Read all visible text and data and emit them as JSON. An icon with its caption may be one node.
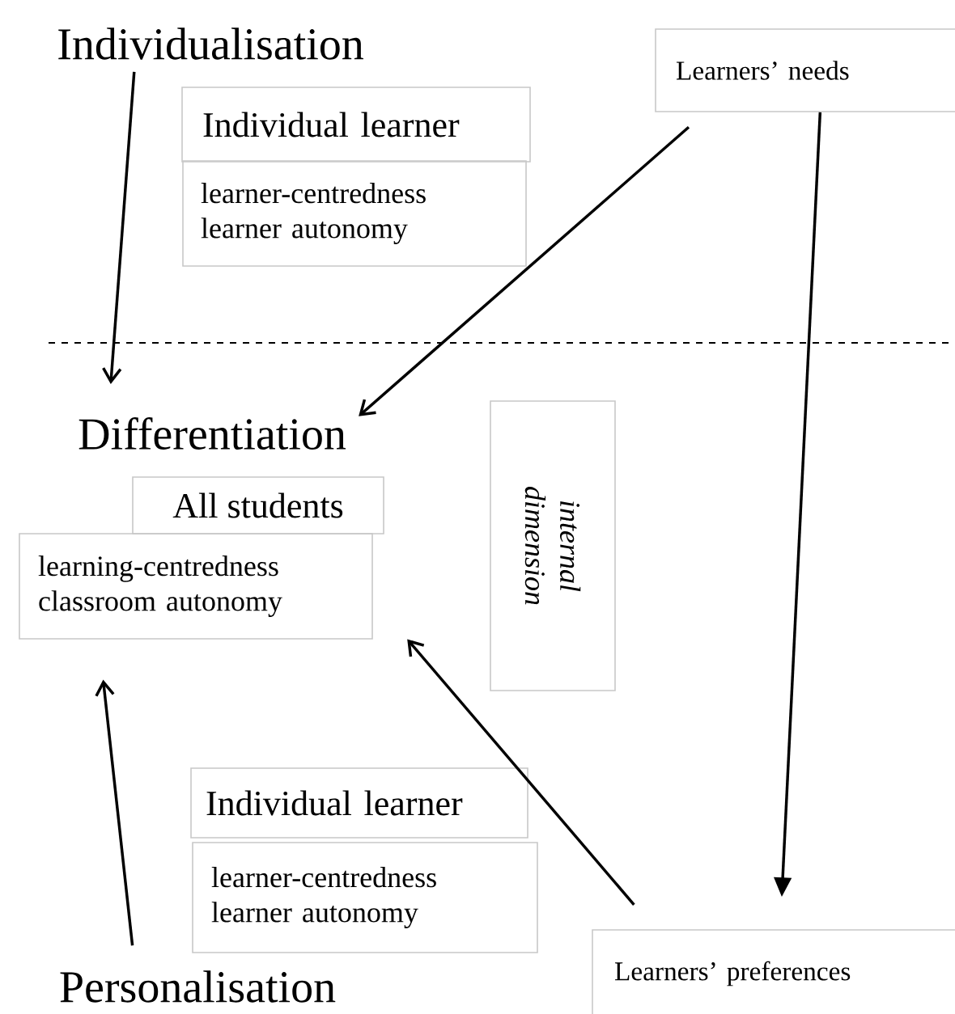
{
  "diagram": {
    "nodes": [
      {
        "text": [
          "Individualisation"
        ]
      },
      {
        "text": [
          "Individual learner"
        ]
      },
      {
        "text": [
          "learner-centredness learner autonomy"
        ]
      },
      {
        "text": [
          "Learners’ needs"
        ]
      },
      {
        "text": [
          "Differentiation"
        ]
      },
      {
        "text": [
          "All students"
        ]
      },
      {
        "text": [
          "learning-centredness classroom autonomy"
        ]
      },
      {
        "text": [
          "internal dimension"
        ]
      },
      {
        "text": [
          "Individual learner"
        ]
      },
      {
        "text": [
          "learner-centredness learner autonomy"
        ]
      },
      {
        "text": [
          "Personalisation"
        ]
      },
      {
        "text": [
          "Learners’ preferences"
        ]
      }
    ],
    "edges": [
      {
        "from": 0,
        "to": 4,
        "arrow": "to"
      },
      {
        "from": 3,
        "to": 4,
        "arrow": "to"
      },
      {
        "from": 3,
        "to": 11,
        "arrow": "to"
      },
      {
        "from": 11,
        "to": 6,
        "arrow": "to"
      },
      {
        "from": 10,
        "to": 6,
        "arrow": "to"
      }
    ]
  }
}
